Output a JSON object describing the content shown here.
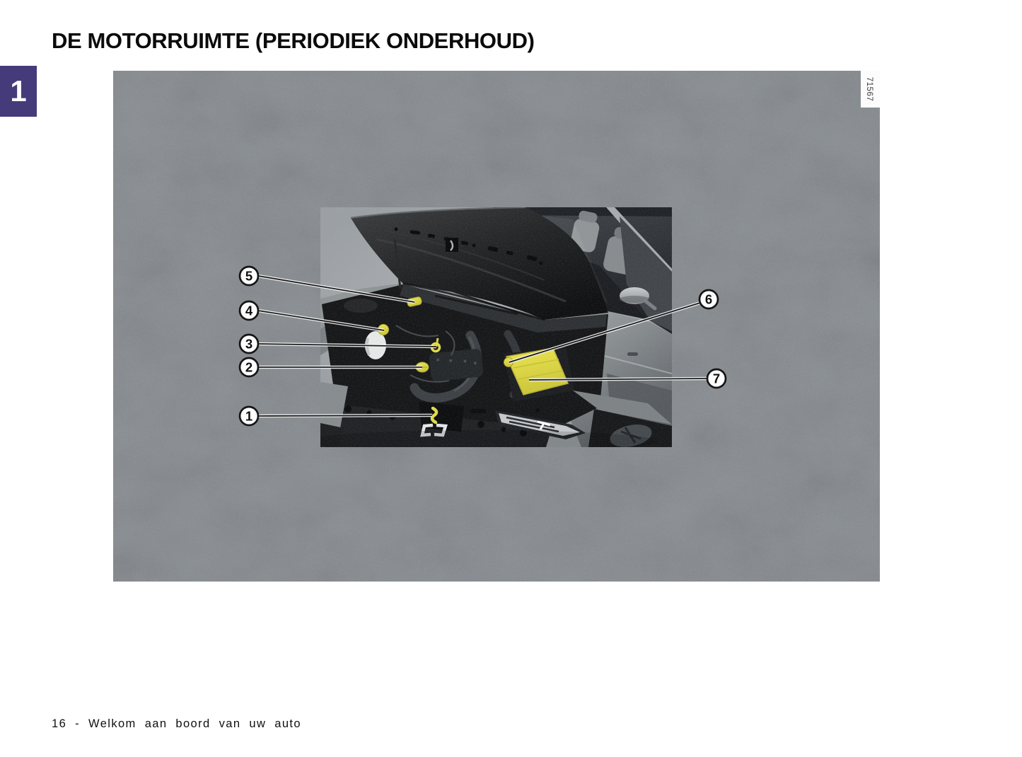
{
  "page": {
    "title": "DE MOTORRUIMTE (PERIODIEK ONDERHOUD)",
    "chapter_tab": "1",
    "footer": "16 - Welkom aan boord van uw auto"
  },
  "figure": {
    "image_id": "71567",
    "callouts": [
      {
        "label": "1"
      },
      {
        "label": "2"
      },
      {
        "label": "3"
      },
      {
        "label": "4"
      },
      {
        "label": "5"
      },
      {
        "label": "6"
      },
      {
        "label": "7"
      }
    ],
    "colors": {
      "highlight_yellow": "#e4dc4d",
      "chapter_tab_purple": "#453b7a",
      "figure_background_gray": "#8b9094",
      "photo_background_gray": "#9ba0a4"
    }
  }
}
